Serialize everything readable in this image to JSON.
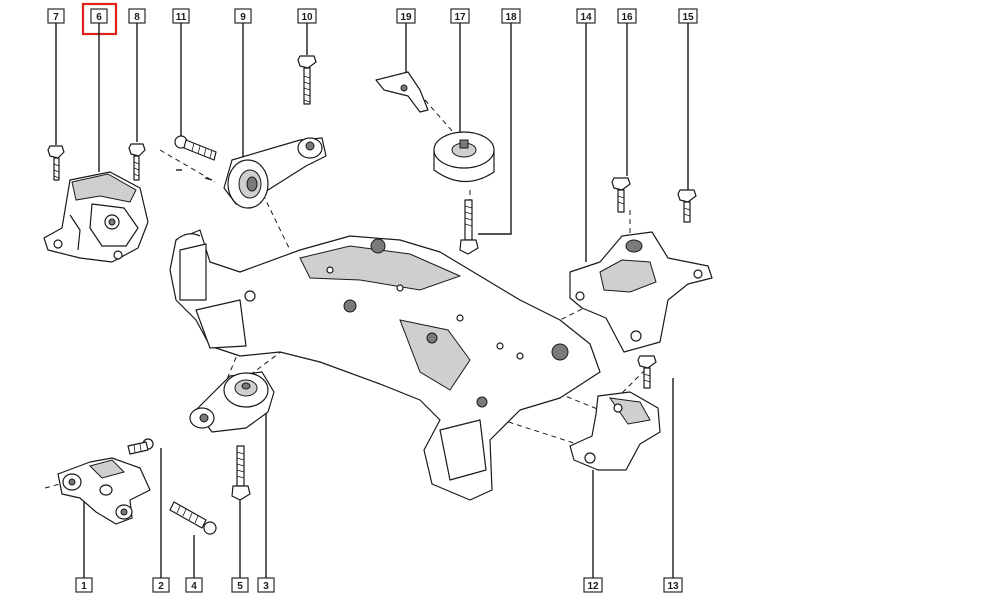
{
  "diagram": {
    "highlighted_callout": "6",
    "highlight_color": "#e0201b",
    "callouts_top": [
      "7",
      "6",
      "8",
      "11",
      "9",
      "10",
      "19",
      "17",
      "18",
      "14",
      "16",
      "15"
    ],
    "callouts_bottom": [
      "1",
      "2",
      "4",
      "5",
      "3",
      "12",
      "13"
    ]
  }
}
